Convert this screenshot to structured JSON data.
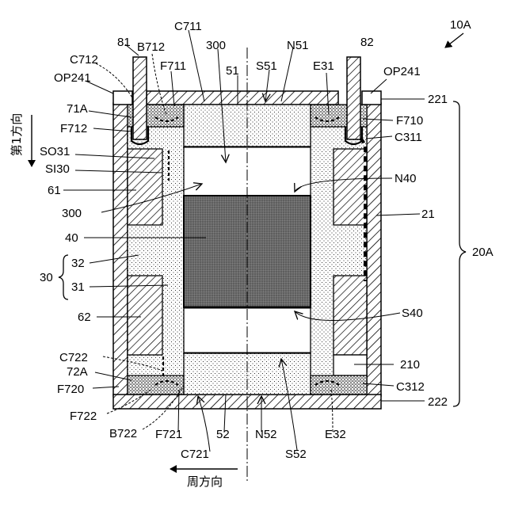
{
  "figure": {
    "ref_10A": "10A",
    "ref_20A": "20A",
    "ref_30": "30",
    "first_direction": "第1方向",
    "circumferential_direction": "周方向"
  },
  "labels": {
    "l81": "81",
    "l82": "82",
    "lC711": "C711",
    "l300_top": "300",
    "lN51": "N51",
    "lC712": "C712",
    "lB712": "B712",
    "lF711": "F711",
    "l51": "51",
    "lS51": "S51",
    "lE31": "E31",
    "lOP241_left": "OP241",
    "lOP241_right": "OP241",
    "l221": "221",
    "l71A": "71A",
    "lF710": "F710",
    "lF712": "F712",
    "lC311": "C311",
    "lSO31": "SO31",
    "lSI30": "SI30",
    "lN40": "N40",
    "l61": "61",
    "l300_left": "300",
    "l21": "21",
    "l40": "40",
    "l32": "32",
    "l31": "31",
    "l62": "62",
    "lS40": "S40",
    "lC722": "C722",
    "l210": "210",
    "l72A": "72A",
    "lC312": "C312",
    "lF720": "F720",
    "l222": "222",
    "lF722": "F722",
    "lB722": "B722",
    "lF721": "F721",
    "l52": "52",
    "lN52": "N52",
    "lS52": "S52",
    "lE32": "E32",
    "lC721": "C721"
  }
}
